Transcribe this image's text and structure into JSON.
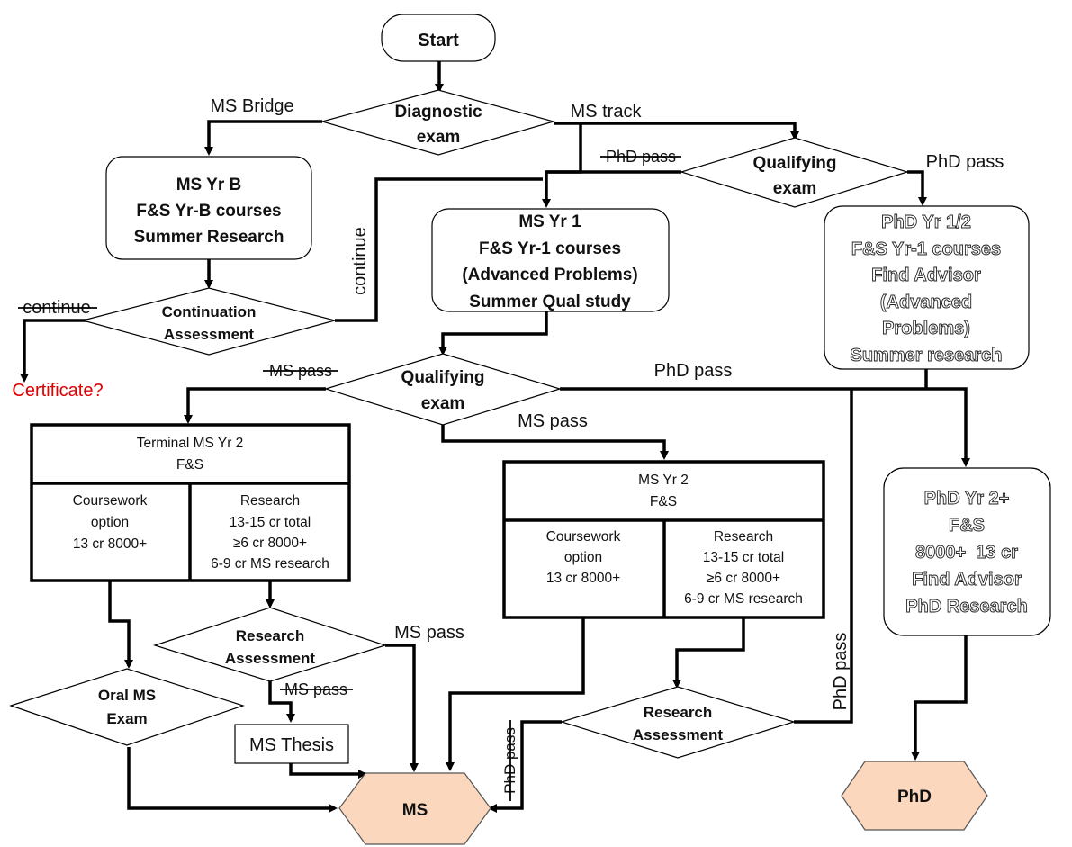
{
  "start": "Start",
  "diagnostic": {
    "line1": "Diagnostic",
    "line2": "exam",
    "left_branch": "MS Bridge",
    "right_branch": "MS track"
  },
  "ms_yr_b": {
    "line1": "MS Yr B",
    "line2": "F&S Yr-B courses",
    "line3": "Summer Research"
  },
  "continuation": {
    "line1": "Continuation",
    "line2": "Assessment",
    "up_label": "continue",
    "left_label": "continue"
  },
  "certificate": "Certificate?",
  "qual_top": {
    "line1": "Qualifying",
    "line2": "exam",
    "left_label": "PhD pass",
    "right_label": "PhD pass"
  },
  "ms_yr1": {
    "line1": "MS Yr 1",
    "line2": "F&S Yr-1 courses",
    "line3": "(Advanced Problems)",
    "line4": "Summer Qual study"
  },
  "phd_yr12": {
    "line1": "PhD Yr 1/2",
    "line2": "F&S Yr-1 courses",
    "line3": "Find Advisor",
    "line4": "(Advanced",
    "line5": "Problems)",
    "line6": "Summer research"
  },
  "qual_mid": {
    "line1": "Qualifying",
    "line2": "exam",
    "left_label": "MS pass",
    "right_label": "PhD pass",
    "down_label": "MS pass"
  },
  "terminal_ms": {
    "title1": "Terminal MS Yr 2",
    "title2": "F&S",
    "left": [
      "Coursework",
      "option",
      "13 cr 8000+"
    ],
    "right": [
      "Research",
      "13-15 cr total",
      "≥6 cr 8000+",
      "6-9 cr MS research"
    ]
  },
  "ms_yr2": {
    "title1": "MS Yr 2",
    "title2": "F&S",
    "left": [
      "Coursework",
      "option",
      "13 cr 8000+"
    ],
    "right": [
      "Research",
      "13-15 cr total",
      "≥6 cr 8000+",
      "6-9 cr MS research"
    ]
  },
  "phd_yr2": {
    "line1": "PhD Yr 2+",
    "line2": "F&S",
    "line3": "8000+  13 cr",
    "line4": "Find Advisor",
    "line5": "PhD Research"
  },
  "research_left": {
    "line1": "Research",
    "line2": "Assessment",
    "right_label": "MS pass",
    "down_label": "MS pass"
  },
  "oral_ms": {
    "line1": "Oral MS",
    "line2": "Exam"
  },
  "ms_thesis": "MS Thesis",
  "research_right": {
    "line1": "Research",
    "line2": "Assessment",
    "left_label": "PhD pass",
    "up_label": "PhD pass"
  },
  "ms_final": "MS",
  "phd_final": "PhD",
  "colors": {
    "terminal_fill": "#fad7bd",
    "accent_red": "#e00000"
  }
}
